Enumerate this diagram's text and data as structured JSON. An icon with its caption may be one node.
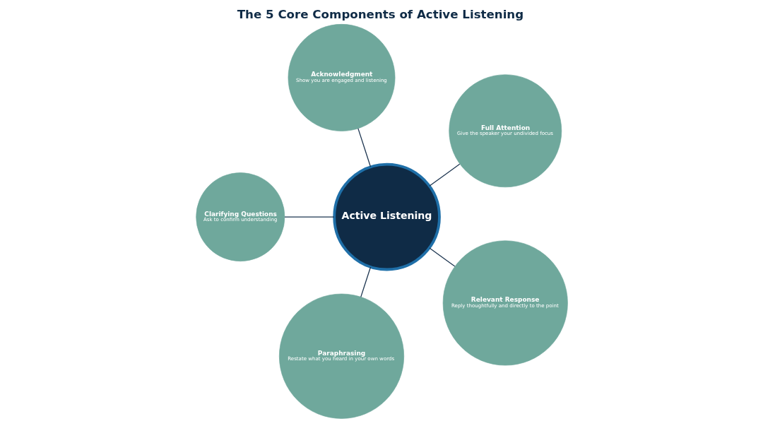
{
  "diagram": {
    "title": "The 5 Core Components of Active Listening",
    "nodes": [
      {
        "text": [
          "Active Listening"
        ]
      },
      {
        "text": [
          "Full Attention",
          "Give the speaker your undivided focus"
        ]
      },
      {
        "text": [
          "Acknowledgment",
          "Show you are engaged and listening"
        ]
      },
      {
        "text": [
          "Clarifying Questions",
          "Ask to confirm understanding"
        ]
      },
      {
        "text": [
          "Paraphrasing",
          "Restate what you heard in your own words"
        ]
      },
      {
        "text": [
          "Relevant Response",
          "Reply thoughtfully and directly to the point"
        ]
      }
    ],
    "edges": [
      {
        "from": 0,
        "to": 1,
        "arrow": "none"
      },
      {
        "from": 0,
        "to": 2,
        "arrow": "none"
      },
      {
        "from": 0,
        "to": 3,
        "arrow": "none"
      },
      {
        "from": 0,
        "to": 4,
        "arrow": "none"
      },
      {
        "from": 0,
        "to": 5,
        "arrow": "none"
      }
    ]
  }
}
